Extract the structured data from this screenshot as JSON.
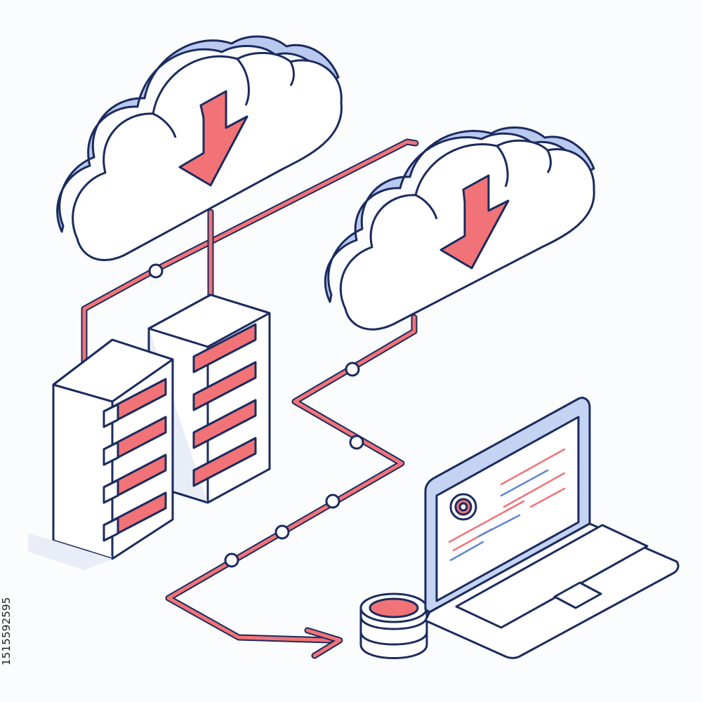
{
  "colors": {
    "outline": "#1b2b5e",
    "cloud_side": "#b9c9ef",
    "cloud_front": "#ffffff",
    "accent": "#f27377",
    "accent_dark": "#e05a62",
    "screen_blue": "#5f86d6",
    "laptop_frame": "#c4d3f2",
    "shadow": "#e8edf7"
  },
  "elements": {
    "clouds": [
      {
        "name": "cloud-left",
        "icon": "download-arrow-icon"
      },
      {
        "name": "cloud-right",
        "icon": "download-arrow-icon"
      }
    ],
    "servers": [
      {
        "name": "server-rack-front",
        "drive_count": 4
      },
      {
        "name": "server-rack-back",
        "drive_count": 4
      }
    ],
    "database": {
      "name": "database-stack-icon"
    },
    "laptop": {
      "name": "laptop-icon",
      "screen": "dashboard-screen"
    }
  },
  "stock_id": "1515592595"
}
